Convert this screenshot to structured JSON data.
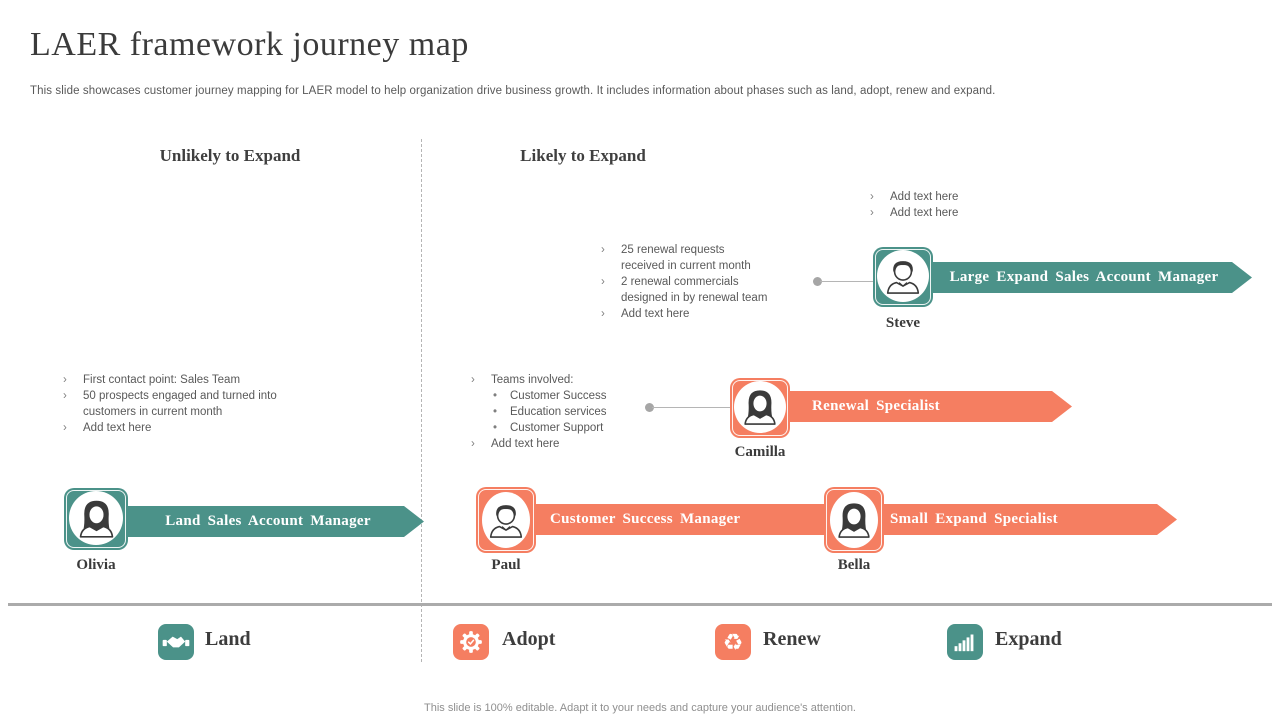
{
  "slide": {
    "title": "LAER framework journey map",
    "subtitle": "This slide showcases customer journey mapping for LAER model to help organization drive business growth. It includes information about phases such as land, adopt, renew and expand.",
    "footer": "This slide is 100% editable. Adapt it to your needs and capture your audience's attention."
  },
  "columns": {
    "left": "Unlikely to Expand",
    "right": "Likely to Expand"
  },
  "colors": {
    "teal": "#4b9289",
    "coral": "#f57e61",
    "divider": "#ababab"
  },
  "ui": {
    "bullet": "›",
    "sub_bullet": "•",
    "recycle_glyph": "♻"
  },
  "people": [
    {
      "name": "Steve",
      "role": "Large Expand Sales Account Manager",
      "color": "teal",
      "gender": "male"
    },
    {
      "name": "Camilla",
      "role": "Renewal Specialist",
      "color": "coral",
      "gender": "female"
    },
    {
      "name": "Olivia",
      "role": "Land Sales Account Manager",
      "color": "teal",
      "gender": "female"
    },
    {
      "name": "Paul",
      "role": "Customer Success Manager",
      "color": "coral",
      "gender": "male"
    },
    {
      "name": "Bella",
      "role": "Small Expand Specialist",
      "color": "coral",
      "gender": "female"
    }
  ],
  "notes": {
    "steve_top": [
      "Add text here",
      "Add text here"
    ],
    "steve_left": [
      "25 renewal requests\nreceived in current month",
      "2 renewal commercials\ndesigned in by renewal team",
      "Add text here"
    ],
    "camilla_lead": "Teams involved:",
    "camilla_subs": [
      "Customer Success",
      "Education services",
      "Customer Support"
    ],
    "camilla_tail": "Add text here",
    "olivia_top": [
      "First contact point: Sales Team",
      "50 prospects engaged and turned into\ncustomers in current month",
      "Add text here"
    ]
  },
  "legend": [
    {
      "label": "Land",
      "icon": "handshake-icon",
      "color": "teal"
    },
    {
      "label": "Adopt",
      "icon": "gear-check-icon",
      "color": "coral"
    },
    {
      "label": "Renew",
      "icon": "recycle-icon",
      "color": "coral"
    },
    {
      "label": "Expand",
      "icon": "bar-chart-icon",
      "color": "teal"
    }
  ]
}
